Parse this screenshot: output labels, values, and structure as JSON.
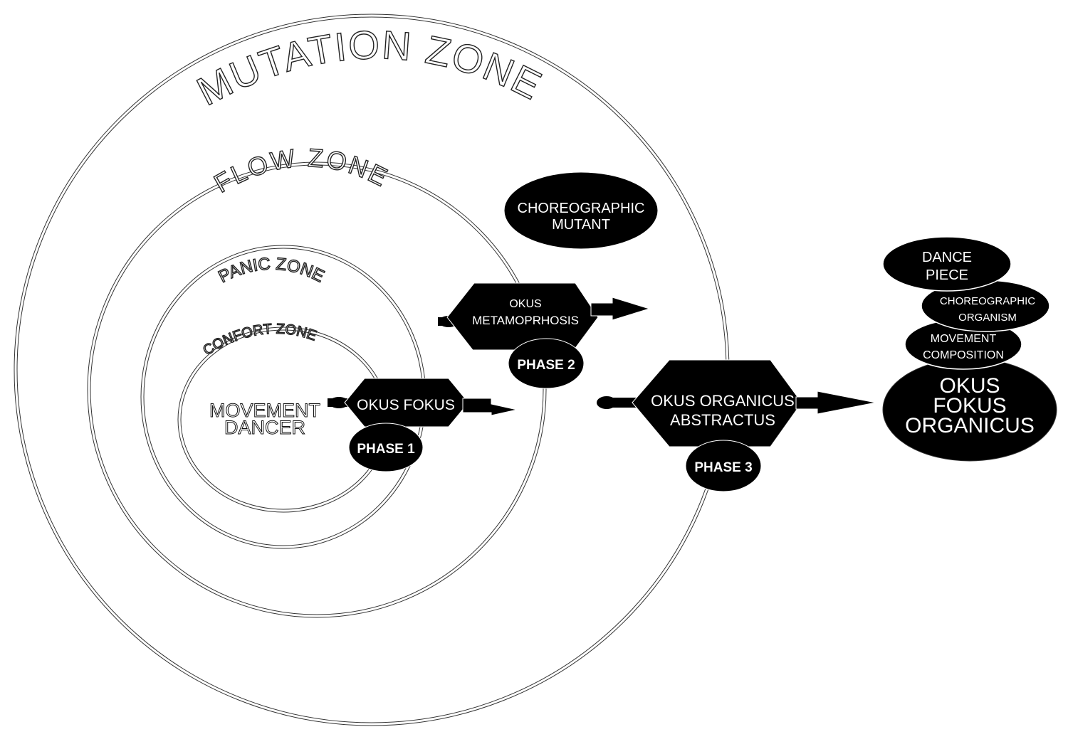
{
  "zones": {
    "mutation": "MUTATION ZONE",
    "flow": "FLOW  ZONE",
    "panic": "PANIC ZONE",
    "confort": "CONFORT ZONE"
  },
  "center": {
    "line1": "MOVEMENT",
    "line2": "DANCER"
  },
  "stages": {
    "okus_fokus": "OKUS FOKUS",
    "okus_meta_line1": "OKUS",
    "okus_meta_line2": "METAMOPRHOSIS",
    "okus_org_line1": "OKUS ORGANICUS",
    "okus_org_line2": "ABSTRACTUS"
  },
  "phases": {
    "phase1": "PHASE 1",
    "phase2": "PHASE 2",
    "phase3": "PHASE 3"
  },
  "mutant": {
    "line1": "CHOREOGRAPHIC",
    "line2": "MUTANT"
  },
  "stack": {
    "dance_line1": "DANCE",
    "dance_line2": "PIECE",
    "organism_line1": "CHOREOGRAPHIC",
    "organism_line2": "ORGANISM",
    "composition_line1": "MOVEMENT",
    "composition_line2": "COMPOSITION",
    "final_line1": "OKUS",
    "final_line2": "FOKUS",
    "final_line3": "ORGANICUS"
  },
  "colors": {
    "shape_fill": "#000000",
    "text_on_shape": "#ffffff",
    "ring_stroke": "#333333",
    "background": "#ffffff"
  }
}
